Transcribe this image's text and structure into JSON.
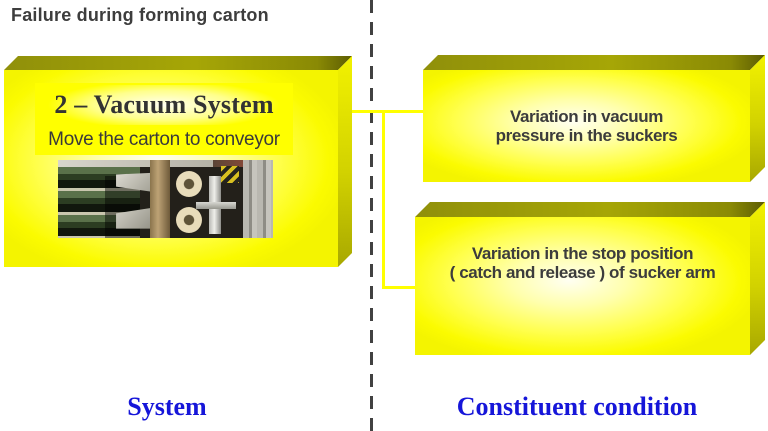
{
  "header": {
    "title": "Failure during forming carton"
  },
  "system_box": {
    "title": "2 – Vacuum System",
    "subtitle": "Move the carton to conveyor"
  },
  "condition_boxes": {
    "top": {
      "line1": "Variation in vacuum",
      "line2": "pressure in the suckers"
    },
    "bottom": {
      "line1": "Variation in the stop position",
      "line2": "( catch and release ) of sucker arm"
    }
  },
  "footer": {
    "system_label": "System",
    "constituent_label": "Constituent condition"
  },
  "colors": {
    "box_face_yellow": "#ffff00",
    "box_top_face": "#96960a",
    "box_side_face": "#d2d200",
    "connector_line": "#ffff00",
    "dashed_divider": "#414141",
    "heading_text": "#3d3d3d",
    "box_text": "#3c3c3c",
    "footer_label_blue": "#1616d9"
  }
}
